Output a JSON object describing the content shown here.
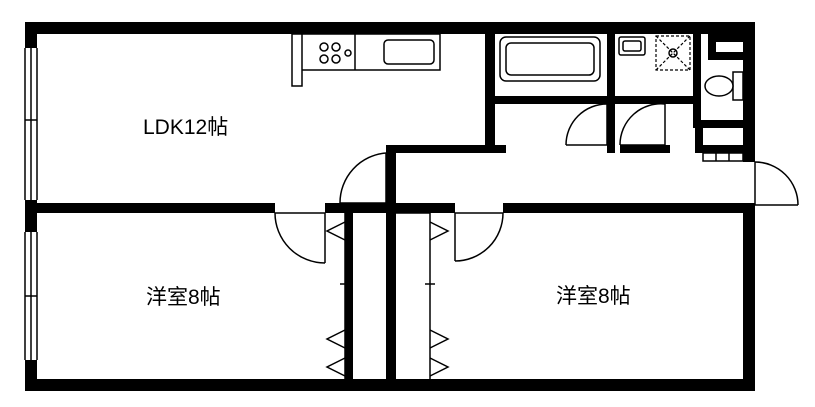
{
  "rooms": {
    "ldk": {
      "label": "LDK12帖"
    },
    "western_left": {
      "label": "洋室8帖"
    },
    "western_right": {
      "label": "洋室8帖"
    }
  }
}
